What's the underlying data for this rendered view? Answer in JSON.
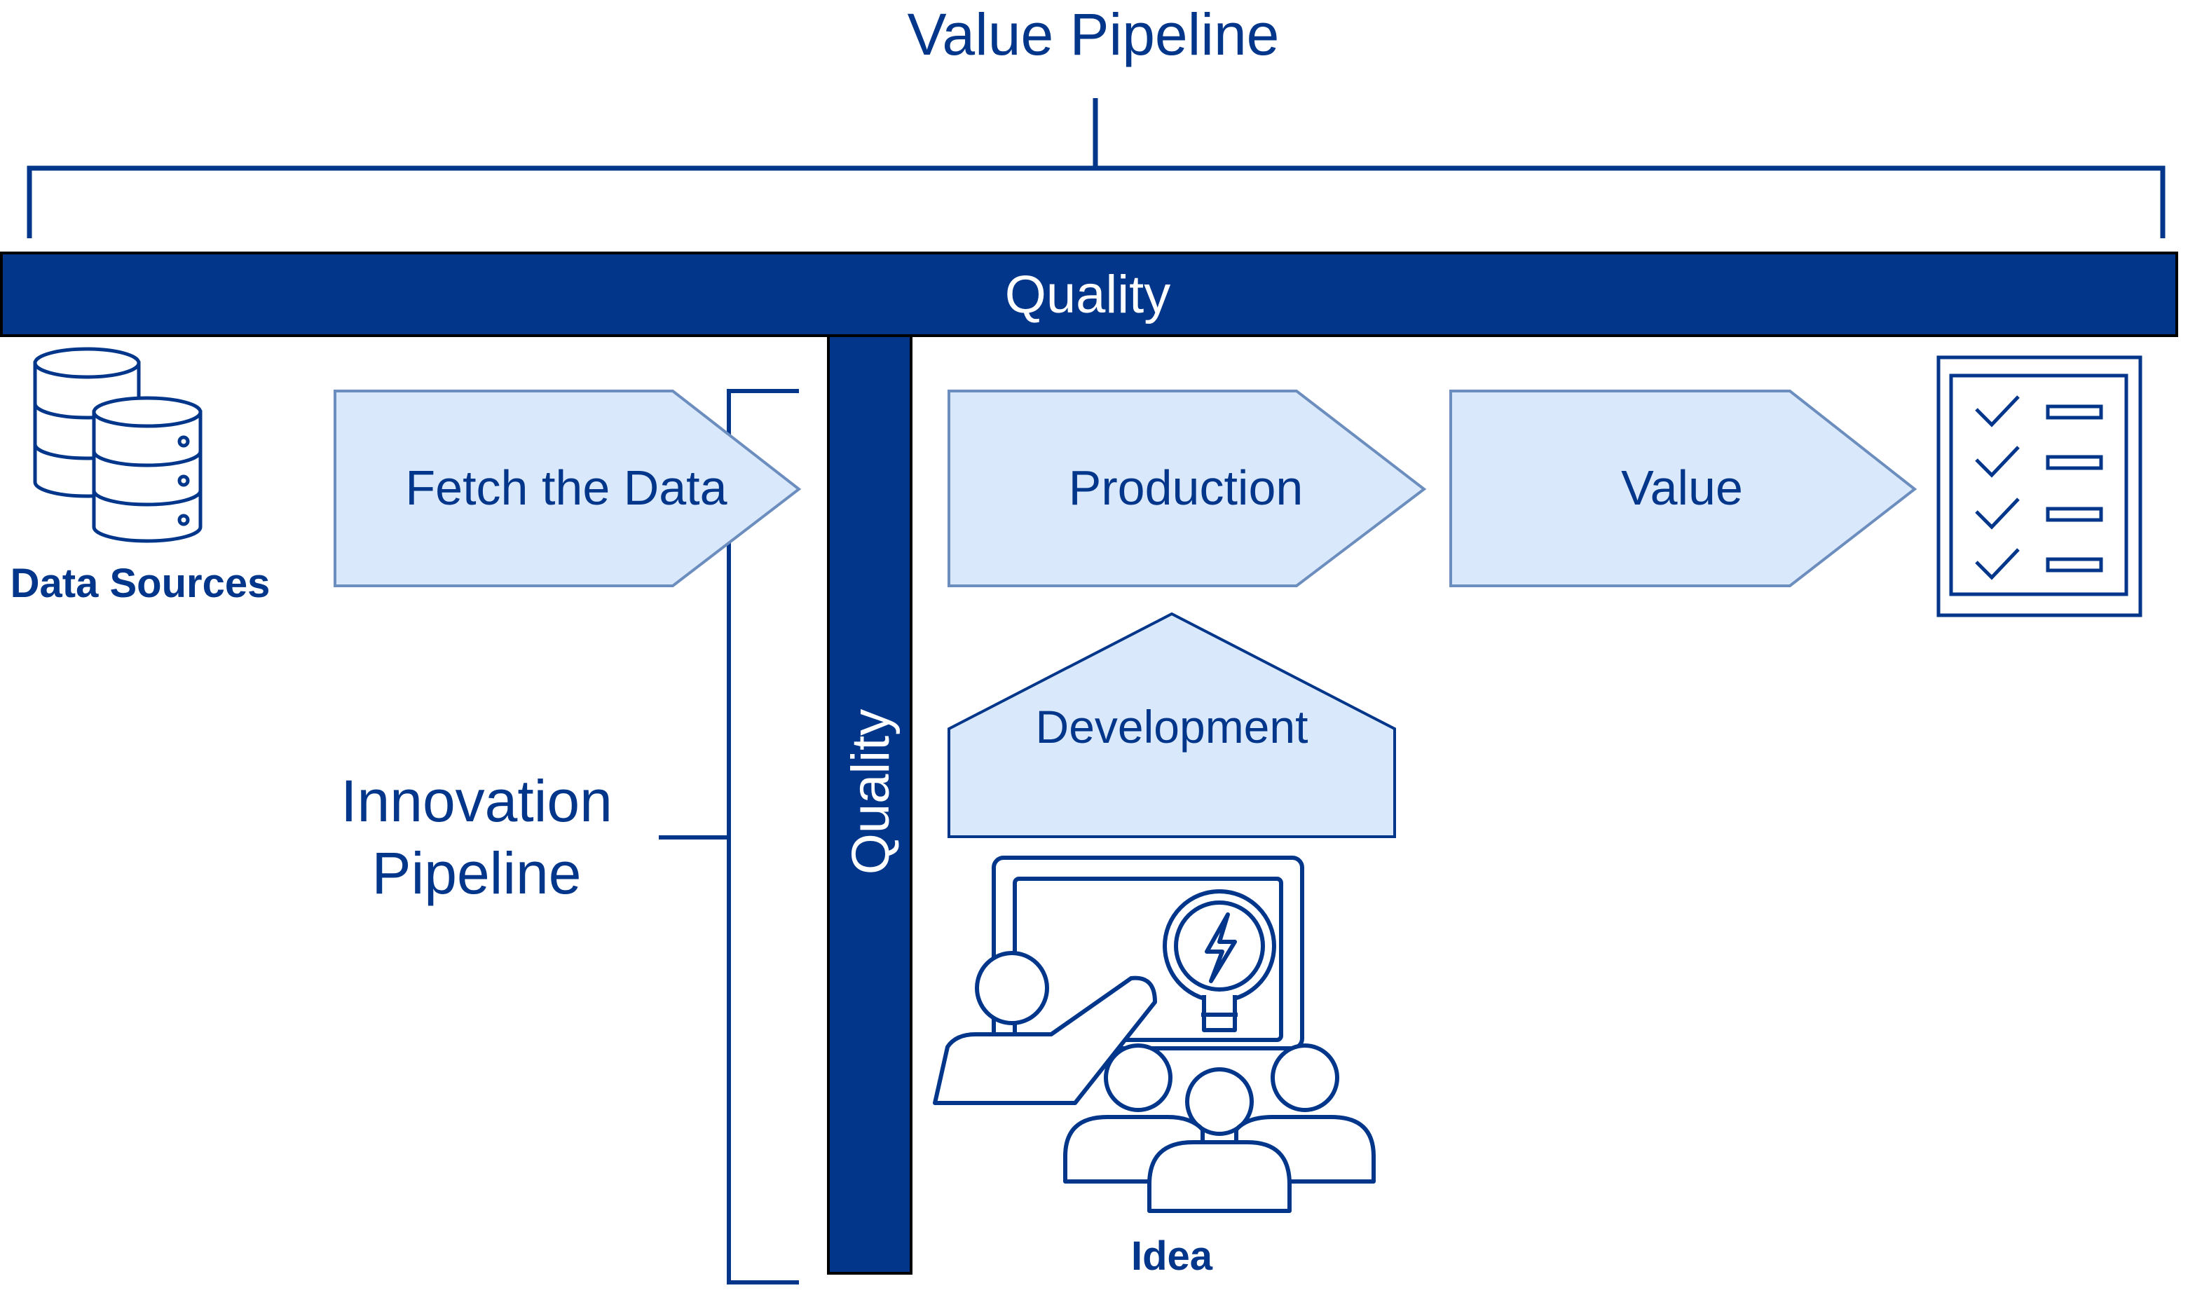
{
  "colors": {
    "primary": "#02368a",
    "light_fill": "#dae8fb",
    "light_stroke": "#6c8ebf",
    "bar_text": "#ffffff"
  },
  "labels": {
    "value_pipeline": "Value Pipeline",
    "quality_horizontal": "Quality",
    "quality_vertical": "Quality",
    "innovation_line1": "Innovation",
    "innovation_line2": "Pipeline",
    "data_sources": "Data Sources",
    "fetch_the_data": "Fetch the Data",
    "production": "Production",
    "value": "Value",
    "development": "Development",
    "idea": "Idea"
  },
  "icons": {
    "data_sources": "database-icon",
    "checklist": "checklist-icon",
    "idea": "presentation-idea-icon"
  }
}
